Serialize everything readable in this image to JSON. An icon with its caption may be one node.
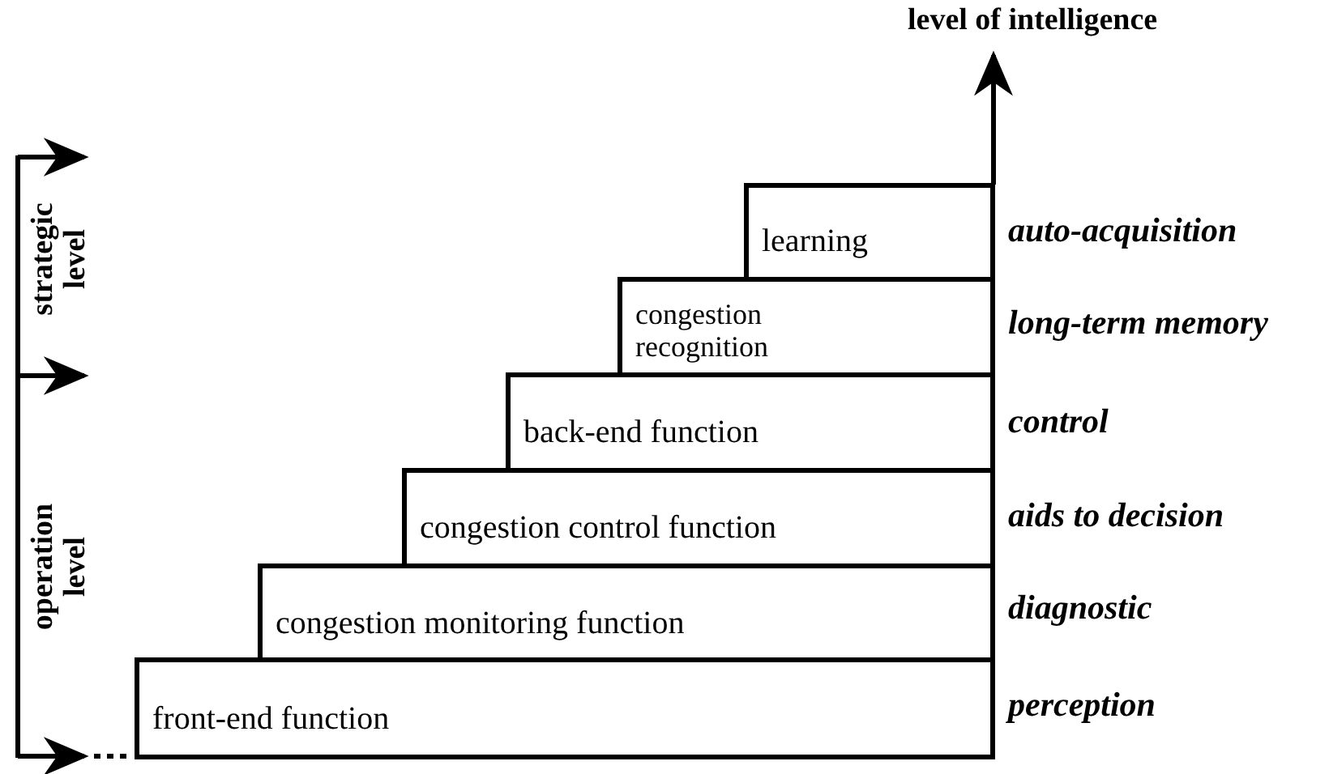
{
  "diagram": {
    "nodes": [
      {
        "text": [
          "learning"
        ]
      },
      {
        "text": [
          "congestion recognition"
        ]
      },
      {
        "text": [
          "back-end function"
        ]
      },
      {
        "text": [
          "congestion control function"
        ]
      },
      {
        "text": [
          "congestion monitoring function"
        ]
      },
      {
        "text": [
          "front-end function"
        ]
      }
    ],
    "labels": [
      "level of intelligence",
      "strategic level",
      "auto-acquisition",
      "long-term memory",
      "control",
      "aids to decision",
      "operation level",
      "diagnostic",
      "perception"
    ]
  }
}
